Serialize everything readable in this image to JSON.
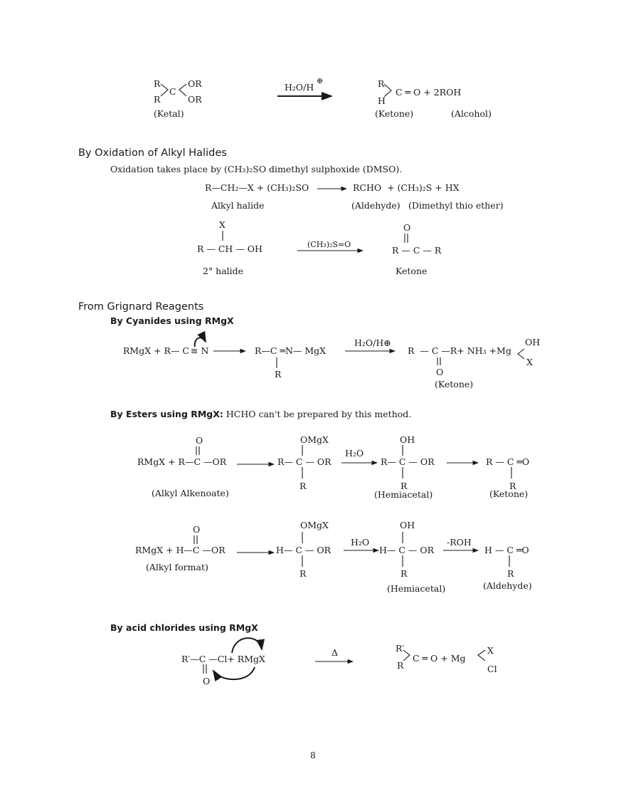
{
  "ketal_eq": {
    "r1": "R",
    "r2": "R",
    "c": "C",
    "or1": "OR",
    "or2": "OR",
    "label_ketal": "(Ketal)",
    "reagent": "H₂O/H",
    "plus_sign": "⊕",
    "prod_r": "R",
    "prod_h": "H",
    "prod_rest": "C ═ O + 2ROH",
    "label_ketone": "(Ketone)",
    "label_alcohol": "(Alcohol)"
  },
  "oxidation": {
    "heading": "By Oxidation of Alkyl Halides",
    "intro": "Oxidation takes place by (CH₃)₂SO dimethyl sulphoxide (DMSO).",
    "eq1_left": "R—CH₂—X + (CH₃)₂SO",
    "eq1_right": "RCHO  + (CH₃)₂S + HX",
    "label_alkyl_halide": "Alkyl halide",
    "label_aldehyde": "(Aldehyde)",
    "label_thioether": "(Dimethyl thio ether)",
    "eq2_x": "X",
    "eq2_left": "R — CH — OH",
    "eq2_reagent": "(CH₃)₂S=O",
    "eq2_o": "O",
    "eq2_right": "R — C — R",
    "label_2_halide": "2° halide",
    "label_ketone": "Ketone"
  },
  "grignard": {
    "heading": "From Grignard Reagents",
    "cyanides": {
      "subheading": "By Cyanides using RMgX",
      "left": "RMgX + R— C",
      "triple_n": "≡ N",
      "mid": "R—C ═N— MgX",
      "mid_r": "R",
      "reagent": "H₂O/H⊕",
      "right": "R  — C —R+ NH₃ +Mg",
      "oh": "OH",
      "x": "X",
      "o": "O",
      "label_ketone": "(Ketone)"
    },
    "esters": {
      "subheading": "By Esters using RMgX:",
      "note": " HCHO can't be prepared by this method.",
      "eq1": {
        "o": "O",
        "left": "RMgX + R—C —OR",
        "label_left": "(Alkyl Alkenoate)",
        "int1_top": "OMgX",
        "int1": "R— C — OR",
        "int1_r": "R",
        "reagent": "H₂O",
        "int2_top": "OH",
        "int2": "R— C — OR",
        "int2_r": "R",
        "label_int2": "(Hemiacetal)",
        "prod": "R — C ═O",
        "prod_r": "R",
        "label_prod": "(Ketone)"
      },
      "eq2": {
        "o": "O",
        "left": "RMgX + H—C —OR",
        "label_left": "(Alkyl format)",
        "int1_top": "OMgX",
        "int1": "H— C — OR",
        "int1_r": "R",
        "reagent": "H₂O",
        "int2_top": "OH",
        "int2": "H— C — OR",
        "int2_r": "R",
        "label_int2": "(Hemiacetal)",
        "reagent2": "-ROH",
        "prod": "H — C ═O",
        "prod_r": "R",
        "label_prod": "(Aldehyde)"
      }
    },
    "acid_chlorides": {
      "subheading": "By acid chlorides using RMgX",
      "left": "R′—C —Cl+ RMgX",
      "o": "O",
      "reagent": "Δ",
      "prod_r1": "R′",
      "prod_r2": "R",
      "prod": "C ═ O + Mg",
      "x": "X",
      "cl": "Cl"
    }
  },
  "page_number": "8"
}
